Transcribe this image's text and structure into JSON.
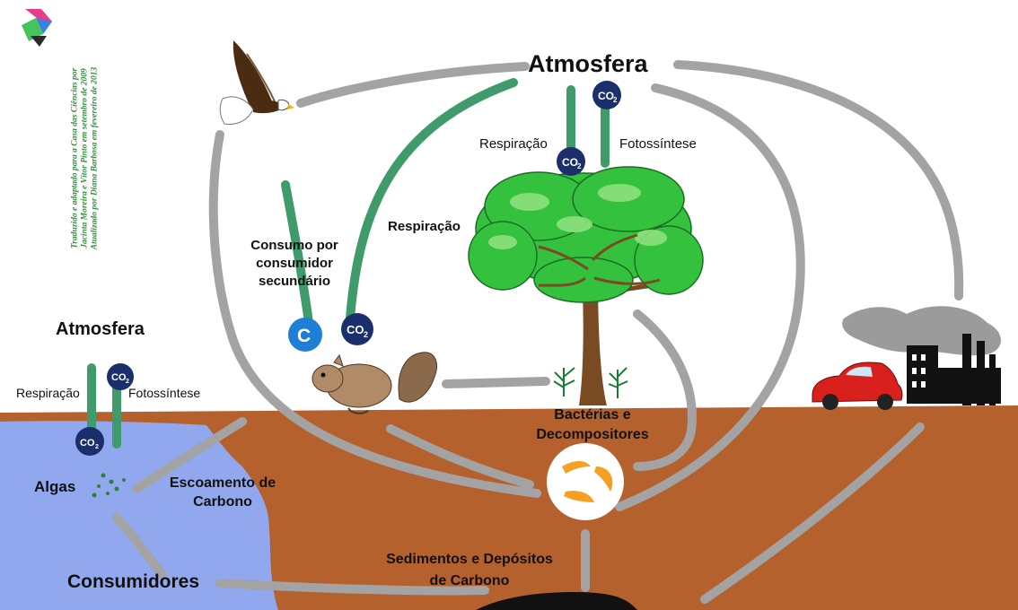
{
  "credits": {
    "line1": "Traduzido e adaptado para a Casa das Ciências por",
    "line2": "Jacinta Moreira e Vítor Pinto em setembro de 2009",
    "line3": "Atualizado por Diana Barbosa em fevereiro de 2013"
  },
  "labels": {
    "atmosphere_main": "Atmosfera",
    "atmosphere_water": "Atmosfera",
    "respiration_tree": "Respiração",
    "photosynthesis_tree": "Fotossíntese",
    "respiration_animals": "Respiração",
    "consumption": "Consumo por consumidor secundário",
    "respiration_algae": "Respiração",
    "photosynthesis_algae": "Fotossíntese",
    "algae": "Algas",
    "runoff": "Escoamento de Carbono",
    "consumers": "Consumidores",
    "decomposers": "Bactérias e Decompositores",
    "sediments": "Sedimentos e Depósitos de Carbono"
  },
  "badges": {
    "co2_text": "CO",
    "co2_subscript": "2",
    "carbon": "C"
  },
  "colors": {
    "soil": "#b5612e",
    "water": "#92a8ee",
    "gray_arrow": "#a3a3a3",
    "green_arrow": "#3f9b6a",
    "badge": "#1a2f6b",
    "carbon_badge": "#1f7fd6",
    "leaf": "#34c23e",
    "trunk": "#7a4a22"
  }
}
